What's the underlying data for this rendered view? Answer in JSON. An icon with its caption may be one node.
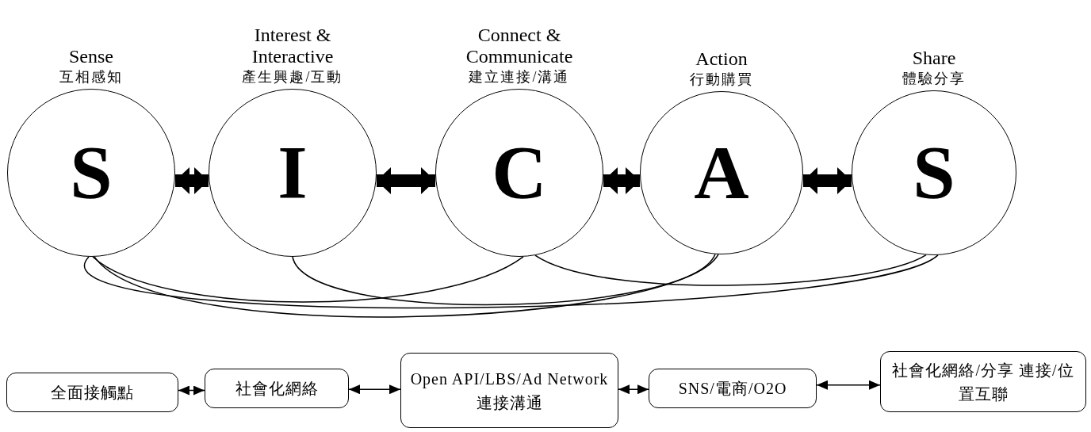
{
  "diagram": {
    "nodes": [
      {
        "text": [
          "Sense",
          "互相感知",
          "S"
        ]
      },
      {
        "text": [
          "Interest & Interactive",
          "產生興趣/互動",
          "I"
        ]
      },
      {
        "text": [
          "Connect & Communicate",
          "建立連接/溝通",
          "C"
        ]
      },
      {
        "text": [
          "Action",
          "行動購買",
          "A"
        ]
      },
      {
        "text": [
          "Share",
          "體驗分享",
          "S"
        ]
      },
      {
        "text": [
          "全面接觸點"
        ]
      },
      {
        "text": [
          "社會化網絡"
        ]
      },
      {
        "text": [
          "Open API/LBS/Ad Network 連接溝通"
        ]
      },
      {
        "text": [
          "SNS/電商/O2O"
        ]
      },
      {
        "text": [
          "社會化網絡/分享 連接/位置互聯"
        ]
      }
    ],
    "edges": [
      {
        "from": 0,
        "to": 1,
        "arrow": "both",
        "style": "thick"
      },
      {
        "from": 1,
        "to": 2,
        "arrow": "both",
        "style": "thick"
      },
      {
        "from": 2,
        "to": 3,
        "arrow": "both",
        "style": "thick"
      },
      {
        "from": 3,
        "to": 4,
        "arrow": "both",
        "style": "thick"
      },
      {
        "from": 5,
        "to": 6,
        "arrow": "both"
      },
      {
        "from": 6,
        "to": 7,
        "arrow": "both"
      },
      {
        "from": 7,
        "to": 8,
        "arrow": "both"
      },
      {
        "from": 8,
        "to": 9,
        "arrow": "both"
      },
      {
        "from": 0,
        "to": 2,
        "arrow": "none"
      },
      {
        "from": 1,
        "to": 3,
        "arrow": "none"
      },
      {
        "from": 2,
        "to": 4,
        "arrow": "none"
      },
      {
        "from": 0,
        "to": 4,
        "arrow": "none"
      },
      {
        "from": 0,
        "to": 3,
        "arrow": "none"
      }
    ]
  }
}
